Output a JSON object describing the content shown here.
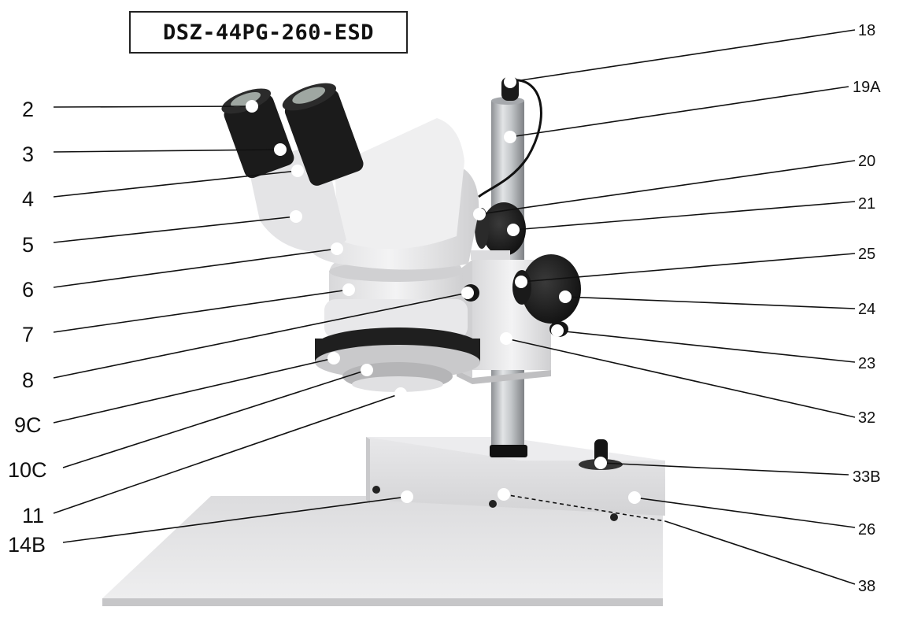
{
  "title": "DSZ-44PG-260-ESD",
  "left_labels": [
    "2",
    "3",
    "4",
    "5",
    "6",
    "7",
    "8",
    "9C",
    "10C",
    "11",
    "14B"
  ],
  "right_labels": [
    "18",
    "19A",
    "20",
    "21",
    "25",
    "24",
    "23",
    "32",
    "33B",
    "26",
    "38"
  ],
  "colors": {
    "line": "#111111",
    "body": "#e9e9ea",
    "dark": "#1c1c1c",
    "pole": "#b9bcc0",
    "marker": "#ffffff"
  }
}
